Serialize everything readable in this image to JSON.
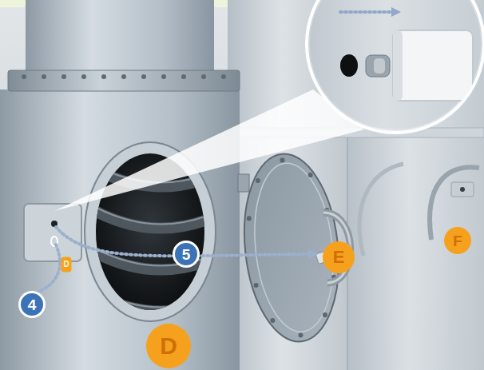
{
  "diagram": {
    "nodes": [
      {
        "text": [
          "D"
        ]
      },
      {
        "text": [
          "5"
        ]
      },
      {
        "text": [
          "E"
        ]
      },
      {
        "text": [
          "F"
        ]
      },
      {
        "text": [
          "4"
        ]
      },
      {
        "text": [
          "D"
        ]
      }
    ]
  }
}
